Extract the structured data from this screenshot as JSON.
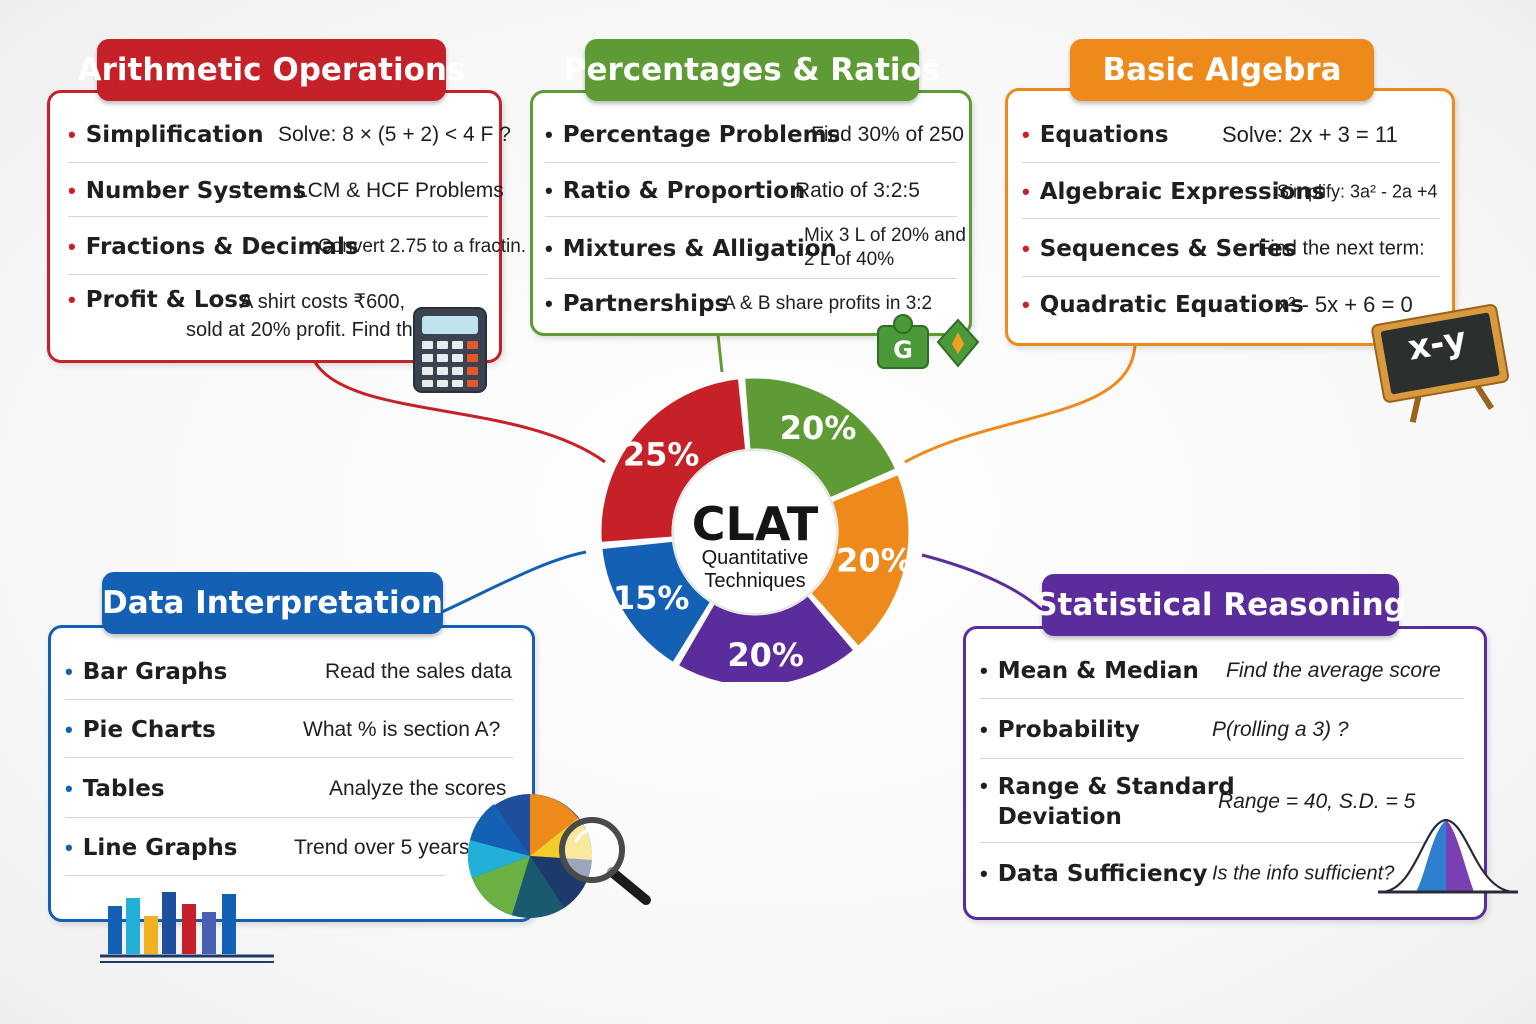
{
  "center": {
    "title": "CLAT",
    "subtitle_line1": "Quantitative",
    "subtitle_line2": "Techniques",
    "segments": [
      {
        "label": "25%",
        "value": 25,
        "color": "#c62128"
      },
      {
        "label": "20%",
        "value": 20,
        "color": "#5e9b34"
      },
      {
        "label": "20%",
        "value": 20,
        "color": "#ee8a1c"
      },
      {
        "label": "20%",
        "value": 20,
        "color": "#5b2c9c"
      },
      {
        "label": "15%",
        "value": 15,
        "color": "#1460b5"
      }
    ]
  },
  "arithmetic": {
    "title": "Arithmetic Operations",
    "color": "#c62128",
    "items": [
      {
        "term": "Simplification",
        "example": "Solve: 8 × (5 + 2) < 4 F ?"
      },
      {
        "term": "Number Systems",
        "example": "LCM & HCF Problems"
      },
      {
        "term": "Fractions & Decimals",
        "example": "Convert 2.75 to a fractin."
      },
      {
        "term": "Profit & Loss",
        "example_line1": "A shirt costs ₹600,",
        "example_line2": "sold at 20% profit. Find the SP."
      }
    ]
  },
  "percentages": {
    "title": "Percentages & Ratios",
    "color": "#5e9b34",
    "items": [
      {
        "term": "Percentage Problems",
        "example": "Find 30% of 250"
      },
      {
        "term": "Ratio & Proportion",
        "example": "Ratio of 3:2:5"
      },
      {
        "term": "Mixtures & Alligation",
        "example_line1": "Mix 3 L of 20% and",
        "example_line2": "2 L of 40%"
      },
      {
        "term": "Partnerships",
        "example": "A & B share profits in 3:2"
      }
    ]
  },
  "algebra": {
    "title": "Basic Algebra",
    "color": "#ee8a1c",
    "items": [
      {
        "term": "Equations",
        "example": "Solve: 2x + 3 = 11"
      },
      {
        "term": "Algebraic Expressions",
        "example": "Simplify: 3a² - 2a +4"
      },
      {
        "term": "Sequences & Series",
        "example": "Find the next term:"
      },
      {
        "term": "Quadratic Equations",
        "example": "x² - 5x + 6 = 0"
      }
    ],
    "board_text": "x-y"
  },
  "data_interpretation": {
    "title": "Data Interpretation",
    "color": "#1460b5",
    "items": [
      {
        "term": "Bar Graphs",
        "example": "Read the sales data"
      },
      {
        "term": "Pie Charts",
        "example": "What % is section A?"
      },
      {
        "term": "Tables",
        "example": "Analyze the scores"
      },
      {
        "term": "Line Graphs",
        "example": "Trend over 5 years"
      }
    ]
  },
  "statistical": {
    "title": "Statistical Reasoning",
    "color": "#5b2c9c",
    "items": [
      {
        "term": "Mean & Median",
        "example": "Find the average score"
      },
      {
        "term": "Probability",
        "example": "P(rolling a 3) ?"
      },
      {
        "term_line1": "Range & Standard",
        "term_line2": "Deviation",
        "example": "Range = 40, S.D. = 5"
      },
      {
        "term": "Data Sufficiency",
        "example": "Is the info sufficient?"
      }
    ]
  },
  "icons": {
    "calculator": "calculator-icon",
    "puzzle": "puzzle-icon",
    "chalkboard": "chalkboard-icon",
    "pie_magnifier": "pie-chart-magnifier-icon",
    "bar_chart": "bar-chart-icon",
    "bell_curve": "bell-curve-icon"
  }
}
